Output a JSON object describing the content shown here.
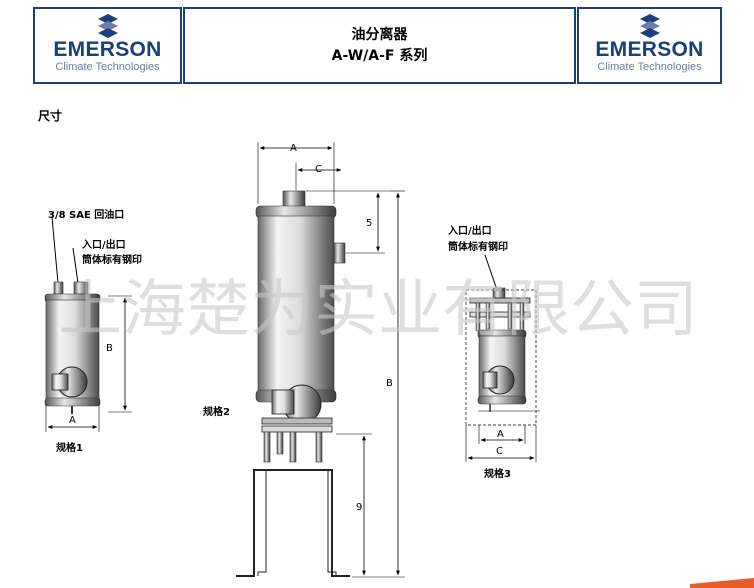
{
  "header": {
    "brand": "EMERSON",
    "brand_sub": "Climate Technologies",
    "title_cn": "油分离器",
    "title_series": "A-W/A-F 系列",
    "brand_color": "#1b3f7a",
    "sub_color": "#6b7fa6"
  },
  "section": {
    "label": "尺寸"
  },
  "drawing": {
    "dim_a": "A",
    "dim_b": "B",
    "dim_c": "C",
    "dim_5": "5",
    "dim_9": "9",
    "label_return_port": "3/8 SAE 回油口",
    "label_inlet_outlet": "入口/出口",
    "label_stamp": "筒体标有钢印",
    "model_1": "规格1",
    "model_2": "规格2",
    "model_3": "规格3"
  },
  "watermark": {
    "text": "上海楚为实业有限公司"
  }
}
